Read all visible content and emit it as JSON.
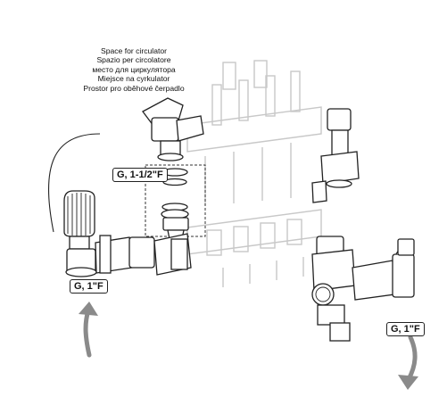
{
  "caption": {
    "lines": [
      "Space for circulator",
      "Spazio per circolatore",
      "место для циркулятора",
      "Miejsce na cyrkulator",
      "Prostor pro oběhové čerpadlo"
    ]
  },
  "labels": {
    "circulator_connection": "G, 1-1/2\"F",
    "inlet_connection": "G, 1\"F",
    "outlet_connection": "G, 1\"F"
  },
  "colors": {
    "line": "#222222",
    "ghost_line": "#c8c8c8",
    "arrow": "#8a8a8a",
    "background": "#ffffff"
  }
}
